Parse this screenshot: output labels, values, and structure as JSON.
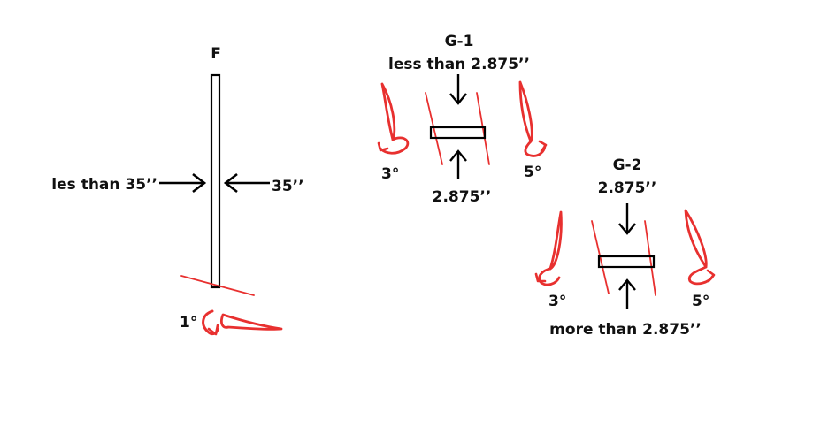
{
  "colors": {
    "ink": "#000000",
    "angle_marks": "#e8302f",
    "background": "#ffffff"
  },
  "figure_f": {
    "label": "F",
    "left_text": "les than 35’’",
    "right_text": "35’’",
    "angle_text": "1°"
  },
  "figure_g1": {
    "title": "G-1",
    "top_text": "less than 2.875’’",
    "bottom_text": "2.875’’",
    "left_angle": "3°",
    "right_angle": "5°"
  },
  "figure_g2": {
    "title": "G-2",
    "top_text": "2.875’’",
    "bottom_text": "more than 2.875’’",
    "left_angle": "3°",
    "right_angle": "5°"
  }
}
